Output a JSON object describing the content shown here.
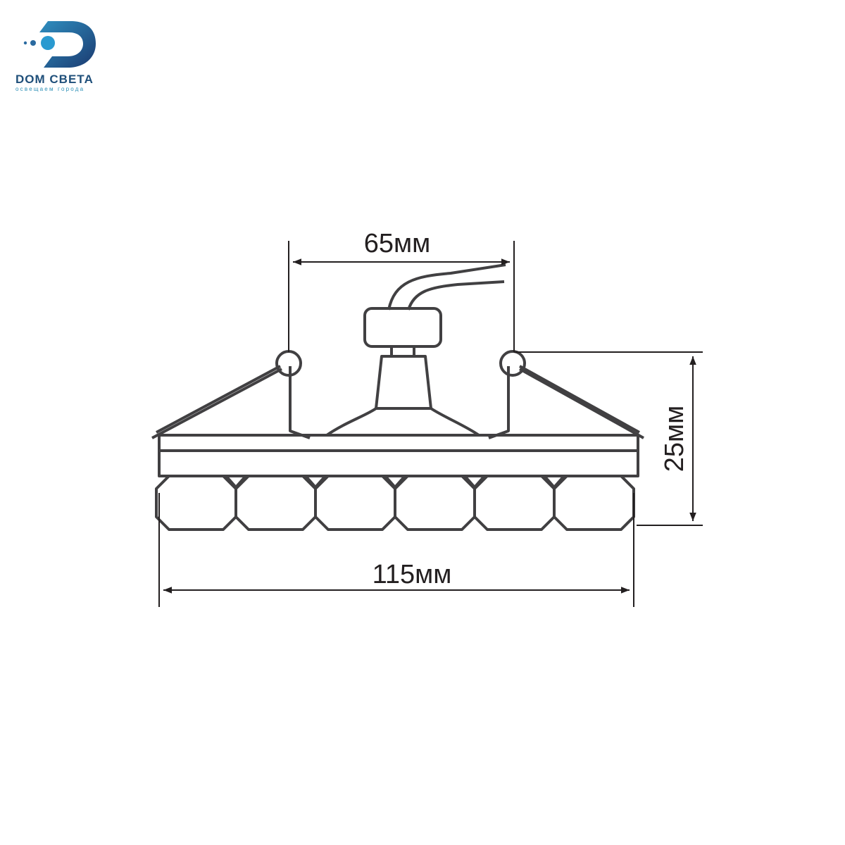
{
  "brand": {
    "name": "DOM СВЕТА",
    "tagline": "освещаем города",
    "colors": {
      "dark_blue": "#1f4f7a",
      "light_blue": "#2b8fb6"
    },
    "logo_icon": "d-letter-logo-icon"
  },
  "dimensions": {
    "spring_distance": "65мм",
    "height": "25мм",
    "width": "115мм"
  },
  "colors": {
    "line": "#414042",
    "dimension": "#231f20"
  }
}
